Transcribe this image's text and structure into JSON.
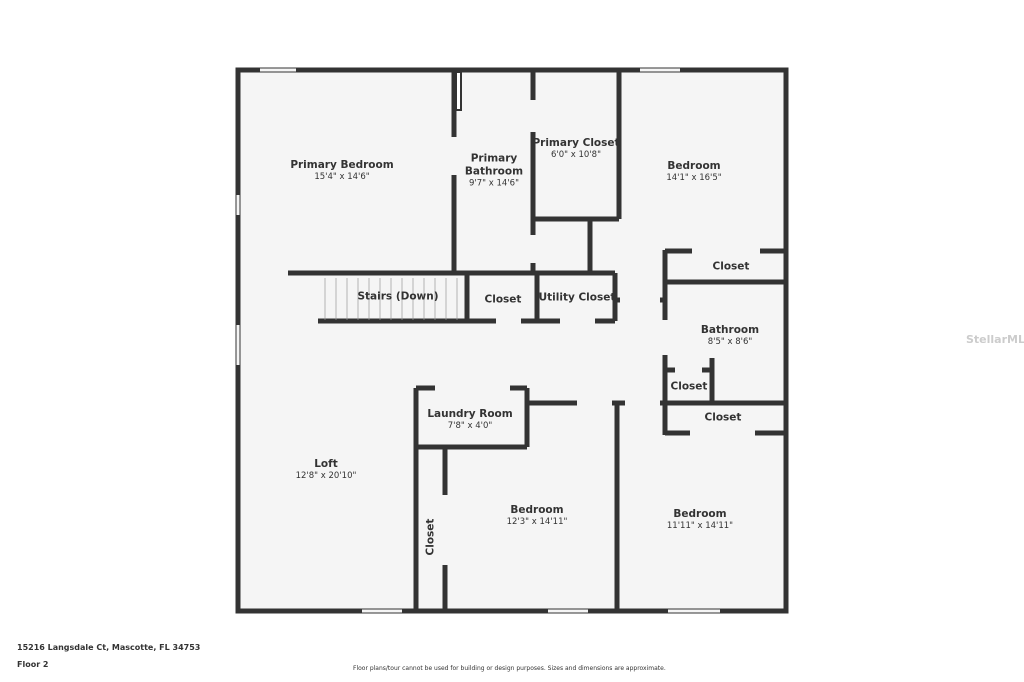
{
  "address": "15216 Langsdale Ct, Mascotte, FL 34753",
  "floor": "Floor 2",
  "disclaimer": "Floor plans/tour cannot be used for building or design purposes. Sizes and dimensions are approximate.",
  "watermark": "StellarMLS",
  "colors": {
    "wall": "#333333",
    "floor": "#f5f5f5"
  },
  "rooms": [
    {
      "name": "Primary Bedroom",
      "dims": "15'4\" x 14'6\""
    },
    {
      "name": "Primary Bathroom",
      "dims": "9'7\" x 14'6\""
    },
    {
      "name": "Primary Closet",
      "dims": "6'0\" x 10'8\""
    },
    {
      "name": "Bedroom",
      "dims": "14'1\" x 16'5\""
    },
    {
      "name": "Closet",
      "dims": ""
    },
    {
      "name": "Stairs (Down)",
      "dims": ""
    },
    {
      "name": "Closet",
      "dims": ""
    },
    {
      "name": "Utility Closet",
      "dims": ""
    },
    {
      "name": "Bathroom",
      "dims": "8'5\" x 8'6\""
    },
    {
      "name": "Closet",
      "dims": ""
    },
    {
      "name": "Closet",
      "dims": ""
    },
    {
      "name": "Laundry Room",
      "dims": "7'8\" x 4'0\""
    },
    {
      "name": "Loft",
      "dims": "12'8\" x 20'10\""
    },
    {
      "name": "Bedroom",
      "dims": "12'3\" x 14'11\""
    },
    {
      "name": "Bedroom",
      "dims": "11'11\" x 14'11\""
    },
    {
      "name": "Closet",
      "dims": ""
    }
  ]
}
